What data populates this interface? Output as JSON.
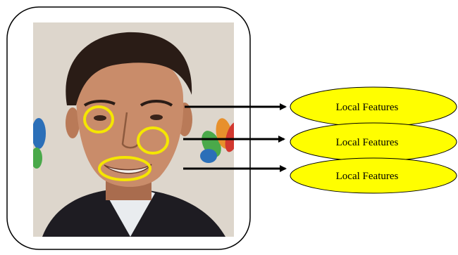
{
  "colors": {
    "background": "#ffffff",
    "frame_stroke": "#000000",
    "photo_backdrop": "#ddd6cc",
    "hair": "#2a1c16",
    "skin": "#c98c6a",
    "skin_shadow": "#a96c4e",
    "suit": "#1e1c22",
    "shirt": "#e9ecef",
    "feature_circle": "#f5e600",
    "arrow": "#000000",
    "ellipse_fill": "#fffe00",
    "ellipse_stroke": "#000000",
    "logo_blue": "#2b6fb8",
    "logo_green": "#4aa94a",
    "logo_orange": "#e7902c",
    "logo_red": "#d2382f"
  },
  "feature_labels": [
    "Local Features",
    "Local Features",
    "Local Features"
  ],
  "icons": {
    "photo": "face-photo",
    "highlights": [
      "left-eye-highlight",
      "right-cheek-highlight",
      "mouth-highlight"
    ]
  }
}
